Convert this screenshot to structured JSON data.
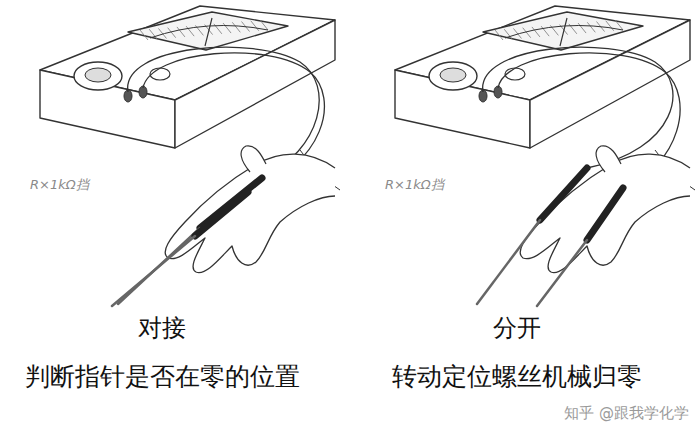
{
  "diagram": {
    "labels": [
      "R×1kΩ挡",
      "对接",
      "判断指针是否在零的位置",
      "R×1kΩ挡",
      "分开",
      "转动定位螺丝机械归零",
      "知乎 @跟我学化学"
    ]
  }
}
